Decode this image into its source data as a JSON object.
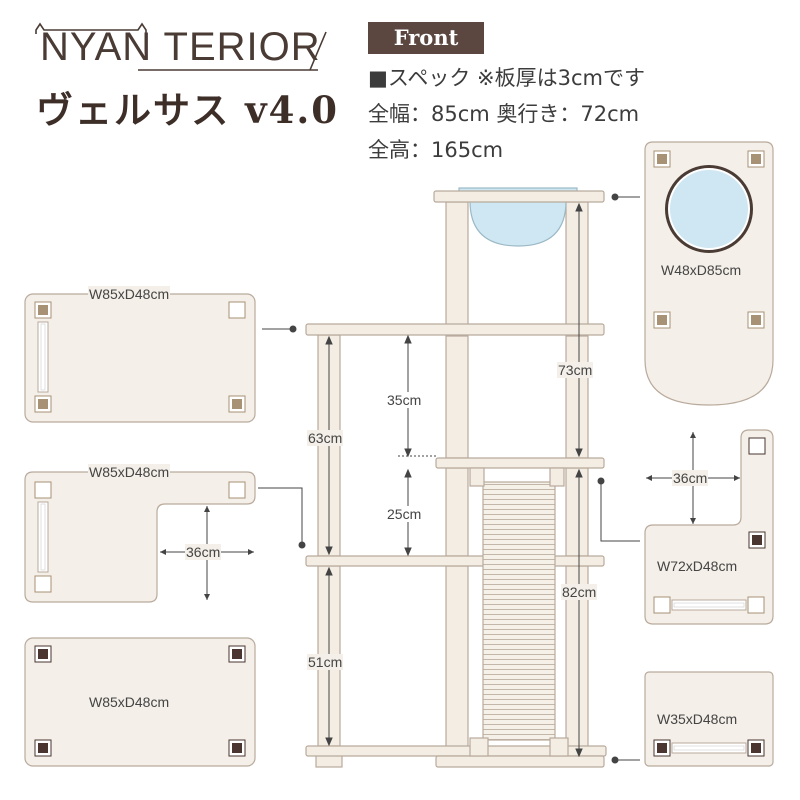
{
  "brand": {
    "logo_text": "NYAN TERIOR"
  },
  "product": {
    "title": "ヴェルサス v4.0"
  },
  "view": {
    "label": "Front"
  },
  "spec": {
    "line1": "■スペック ※板厚は3cmです",
    "line2": "全幅：85cm 奥行き：72cm",
    "line3": "全高：165cm"
  },
  "boards": {
    "top_left": "W85xD48cm",
    "mid_left": "W85xD48cm",
    "mid_left_cut": "36cm",
    "bottom_left": "W85xD48cm",
    "top_right": "W48xD85cm",
    "mid_right": "W72xD48cm",
    "mid_right_cut": "36cm",
    "bottom_right": "W35xD48cm"
  },
  "dimensions": {
    "d35": "35cm",
    "d25": "25cm",
    "d63": "63cm",
    "d51": "51cm",
    "d73": "73cm",
    "d82": "82cm"
  },
  "colors": {
    "board_fill": "#f4efe8",
    "board_stroke": "#b9aa9c",
    "pole_fill": "#f3ede4",
    "bowl_fill": "#cfe7f2",
    "dark_square": "#4a3530",
    "tan_square": "#a89276"
  }
}
